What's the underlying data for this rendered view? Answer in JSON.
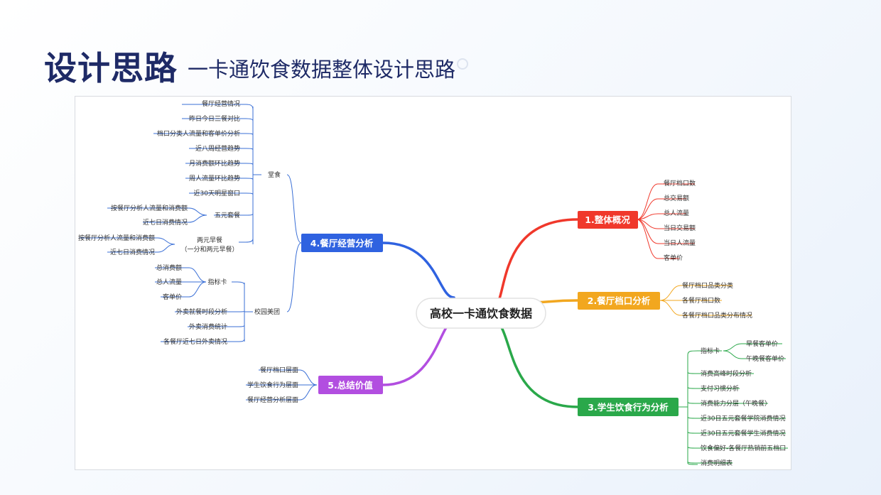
{
  "header": {
    "title": "设计思路",
    "subtitle": "一卡通饮食数据整体设计思路"
  },
  "mindmap": {
    "center": "高校一卡通饮食数据",
    "colors": {
      "overview": "#f0382b",
      "stall": "#f2a71f",
      "behavior": "#2aa84a",
      "operation": "#2f62e0",
      "summary": "#b24ee0",
      "sub_line": "#3a6fd6"
    },
    "branch1": {
      "label": "1.整体概况",
      "items": [
        "餐厅档口数",
        "总交易额",
        "总人流量",
        "当日交易额",
        "当日人流量",
        "客单价"
      ]
    },
    "branch2": {
      "label": "2.餐厅档口分析",
      "items": [
        "餐厅档口品类分类",
        "各餐厅档口数",
        "各餐厅档口品类分布情况"
      ]
    },
    "branch3": {
      "label": "3.学生饮食行为分析",
      "card": {
        "label": "指标卡",
        "items": [
          "早餐客单价",
          "午晚餐客单价"
        ]
      },
      "items": [
        "消费高峰时段分析",
        "支付习惯分析",
        "消费能力分层（午晚餐）",
        "近30日五元套餐学院消费情况",
        "近30日五元套餐学生消费情况",
        "饮食偏好-各餐厅热销前五档口",
        "消费明细表"
      ]
    },
    "branch4": {
      "label": "4.餐厅经营分析",
      "tangshi": {
        "label": "堂食",
        "items": [
          "餐厅经营情况",
          "昨日今日三餐对比",
          "档口分类人流量和客单价分析",
          "近八周经营趋势",
          "月消费额环比趋势",
          "周人流量环比趋势",
          "近30天明星窗口"
        ],
        "wuyuan": {
          "label": "五元套餐",
          "items": [
            "按餐厅分析人流量和消费额",
            "近七日消费情况"
          ]
        },
        "liangyuan": {
          "label_line1": "两元早餐",
          "label_line2": "（一分和两元早餐）",
          "items": [
            "按餐厅分析人流量和消费额",
            "近七日消费情况"
          ]
        }
      },
      "meituan": {
        "label": "校园美团",
        "card": {
          "label": "指标卡",
          "items": [
            "总消费额",
            "总人流量",
            "客单价"
          ]
        },
        "items": [
          "外卖就餐时段分析",
          "外卖消费统计",
          "各餐厅近七日外卖情况"
        ]
      }
    },
    "branch5": {
      "label": "5.总结价值",
      "items": [
        "餐厅档口层面",
        "学生饮食行为层面",
        "餐厅经营分析层面"
      ]
    }
  }
}
